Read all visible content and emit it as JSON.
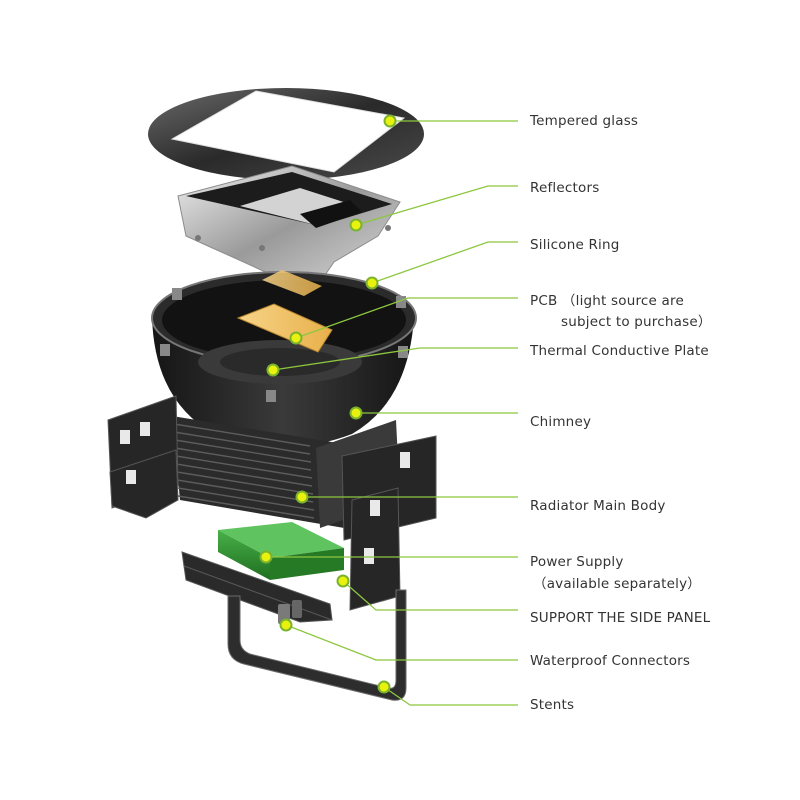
{
  "colors": {
    "leader": "#8dc63f",
    "dot_fill": "#e8f20e",
    "text": "#333333",
    "housing": "#1f1f1f",
    "led": "#f2c265",
    "psu_green": "#2f8f2f"
  },
  "labels": {
    "tempered_glass": "Tempered glass",
    "reflectors": "Reflectors",
    "silicone_ring": "Silicone Ring",
    "pcb_line1": "PCB （light source are",
    "pcb_line2": "subject to purchase）",
    "thermal_plate": "Thermal Conductive Plate",
    "chimney": "Chimney",
    "radiator": "Radiator Main Body",
    "power_line1": "Power Supply",
    "power_line2": "（available separately）",
    "support_panel": "SUPPORT THE SIDE PANEL",
    "waterproof": "Waterproof Connectors",
    "stents": "Stents"
  }
}
